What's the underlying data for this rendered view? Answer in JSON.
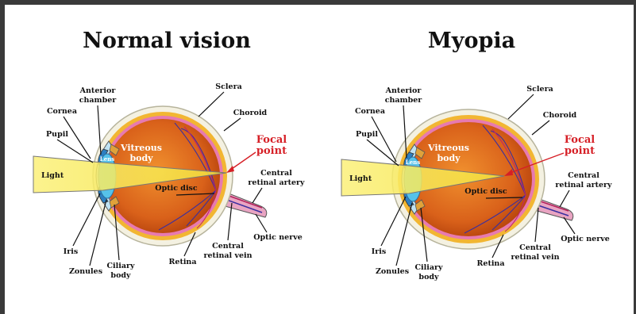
{
  "diagrams": [
    {
      "title": "Normal vision",
      "labels": {
        "anterior_chamber": [
          "Anterior",
          "chamber"
        ],
        "cornea": "Cornea",
        "pupil": "Pupil",
        "lens": "Lens",
        "light": "Light",
        "vitreous_body": [
          "Vitreous",
          "body"
        ],
        "sclera": "Sclera",
        "choroid": "Choroid",
        "focal_point": [
          "Focal",
          "point"
        ],
        "central_retinal_artery": [
          "Central",
          "retinal artery"
        ],
        "optic_disc": "Optic disc",
        "optic_nerve": "Optic nerve",
        "central_retinal_vein": [
          "Central",
          "retinal vein"
        ],
        "retina": "Retina",
        "iris": "Iris",
        "zonules": "Zonules",
        "ciliary_body": [
          "Ciliary",
          "body"
        ]
      }
    },
    {
      "title": "Myopia",
      "labels": {
        "anterior_chamber": [
          "Anterior",
          "chamber"
        ],
        "cornea": "Cornea",
        "pupil": "Pupil",
        "lens": "Lens",
        "light": "Light",
        "vitreous_body": [
          "Vitreous",
          "body"
        ],
        "sclera": "Sclera",
        "choroid": "Choroid",
        "focal_point": [
          "Focal",
          "point"
        ],
        "central_retinal_artery": [
          "Central",
          "retinal artery"
        ],
        "optic_disc": "Optic disc",
        "optic_nerve": "Optic nerve",
        "central_retinal_vein": [
          "Central",
          "retinal vein"
        ],
        "retina": "Retina",
        "iris": "Iris",
        "zonules": "Zonules",
        "ciliary_body": [
          "Ciliary",
          "body"
        ]
      }
    }
  ],
  "colors": {
    "sclera": "#f4f1e1",
    "sclera_outline": "#b7b49c",
    "choroid": "#f2b632",
    "retina": "#e77ab0",
    "vitreous": "#d9611a",
    "iris": "#2d7fc1",
    "cornea": "#bfe2f2",
    "lens": "#56c2ea",
    "light_beam": "#f8ec5c",
    "optic_nerve": "#e9a4c2",
    "vessels": "#3b2fa0",
    "focal_label": "#d61f26",
    "frame": "#3a3a3a"
  }
}
